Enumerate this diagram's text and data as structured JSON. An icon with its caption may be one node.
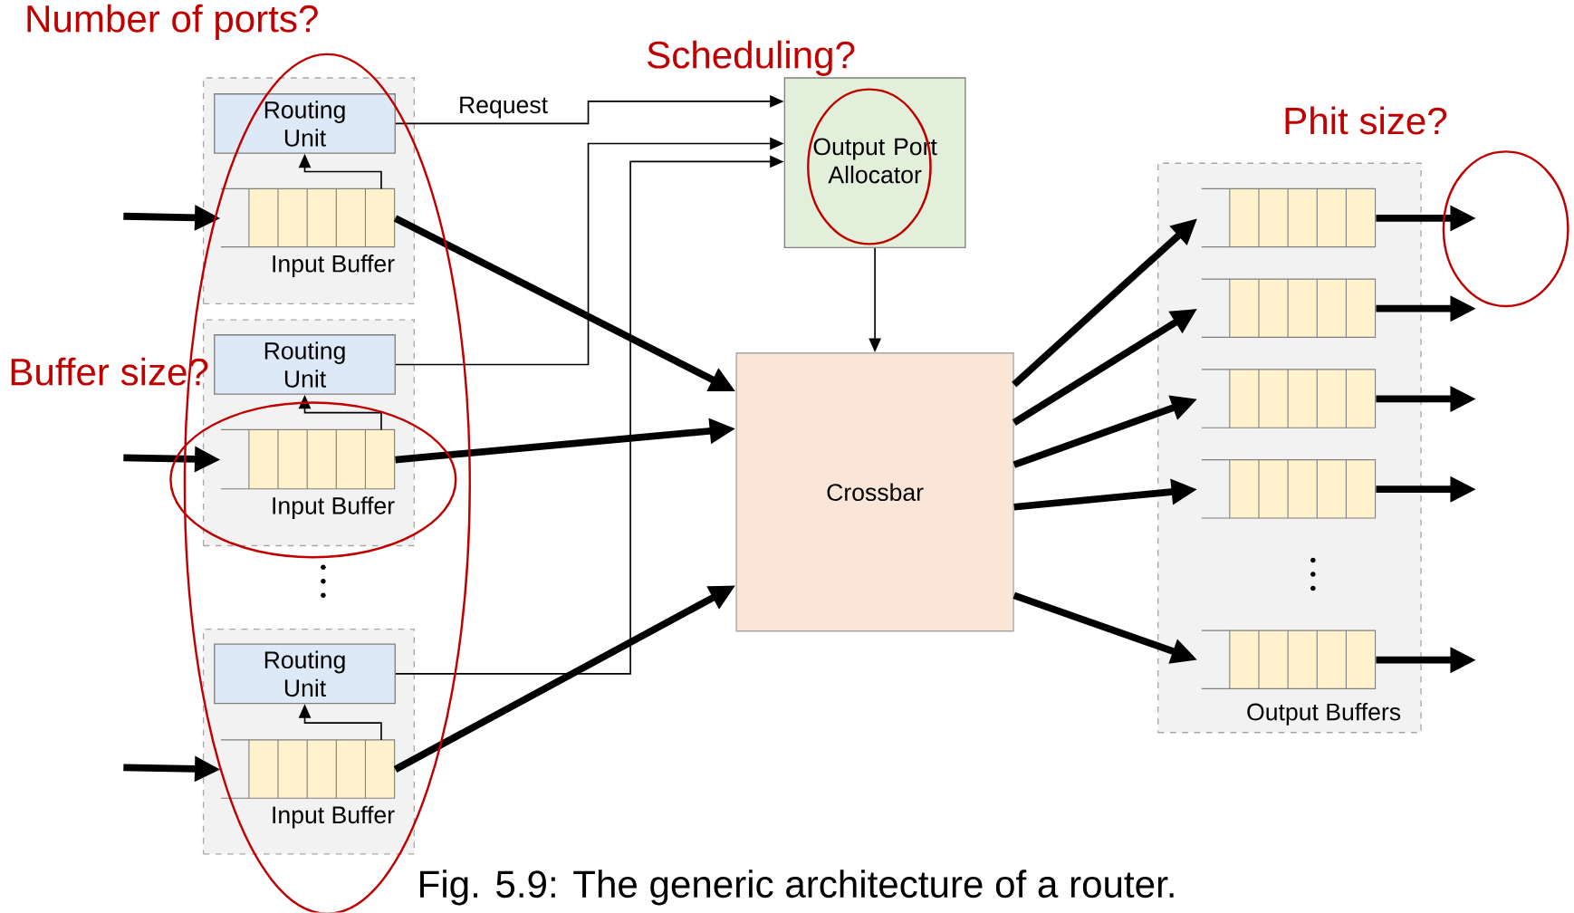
{
  "diagram": {
    "caption": "Fig. 5.9: The generic architecture of a router.",
    "nodes": [
      {
        "text": [],
        "shape": "box"
      },
      {
        "text": [
          "Routing Unit"
        ],
        "in": 0
      },
      {
        "text": [
          "Input Buffer"
        ],
        "in": 0
      },
      {
        "text": [],
        "shape": "box"
      },
      {
        "text": [
          "Routing Unit"
        ],
        "in": 3
      },
      {
        "text": [
          "Input Buffer"
        ],
        "in": 3
      },
      {
        "text": [],
        "shape": "box"
      },
      {
        "text": [
          "Routing Unit"
        ],
        "in": 6
      },
      {
        "text": [
          "Input Buffer"
        ],
        "in": 6
      },
      {
        "text": [
          "Output Port Allocator"
        ]
      },
      {
        "text": [
          "Crossbar"
        ]
      },
      {
        "text": [
          "Output Buffers"
        ]
      },
      {
        "text": [],
        "shape": "box",
        "in": 11
      },
      {
        "text": [],
        "shape": "box",
        "in": 11
      },
      {
        "text": [],
        "shape": "box",
        "in": 11
      },
      {
        "text": [],
        "shape": "box",
        "in": 11
      },
      {
        "text": [],
        "shape": "box",
        "in": 11
      }
    ],
    "edges": [
      {
        "from": null,
        "to": 2,
        "arrow": "to"
      },
      {
        "from": null,
        "to": 5,
        "arrow": "to"
      },
      {
        "from": null,
        "to": 8,
        "arrow": "to"
      },
      {
        "from": 2,
        "to": 1,
        "arrow": "to"
      },
      {
        "from": 5,
        "to": 4,
        "arrow": "to"
      },
      {
        "from": 8,
        "to": 7,
        "arrow": "to"
      },
      {
        "from": 1,
        "to": 9,
        "arrow": "to",
        "label": "Request"
      },
      {
        "from": 4,
        "to": 9,
        "arrow": "to"
      },
      {
        "from": 7,
        "to": 9,
        "arrow": "to"
      },
      {
        "from": 9,
        "to": 10,
        "arrow": "to"
      },
      {
        "from": 2,
        "to": 10,
        "arrow": "to"
      },
      {
        "from": 5,
        "to": 10,
        "arrow": "to"
      },
      {
        "from": 8,
        "to": 10,
        "arrow": "to"
      },
      {
        "from": 10,
        "to": 12,
        "arrow": "to"
      },
      {
        "from": 10,
        "to": 13,
        "arrow": "to"
      },
      {
        "from": 10,
        "to": 14,
        "arrow": "to"
      },
      {
        "from": 10,
        "to": 15,
        "arrow": "to"
      },
      {
        "from": 10,
        "to": 16,
        "arrow": "to"
      },
      {
        "from": 12,
        "to": null,
        "arrow": "to"
      },
      {
        "from": 13,
        "to": null,
        "arrow": "to"
      },
      {
        "from": 14,
        "to": null,
        "arrow": "to"
      },
      {
        "from": 15,
        "to": null,
        "arrow": "to"
      },
      {
        "from": 16,
        "to": null,
        "arrow": "to"
      }
    ],
    "labels": [
      "Number of ports?",
      "Scheduling?",
      "Buffer size?",
      "Phit size?"
    ]
  }
}
